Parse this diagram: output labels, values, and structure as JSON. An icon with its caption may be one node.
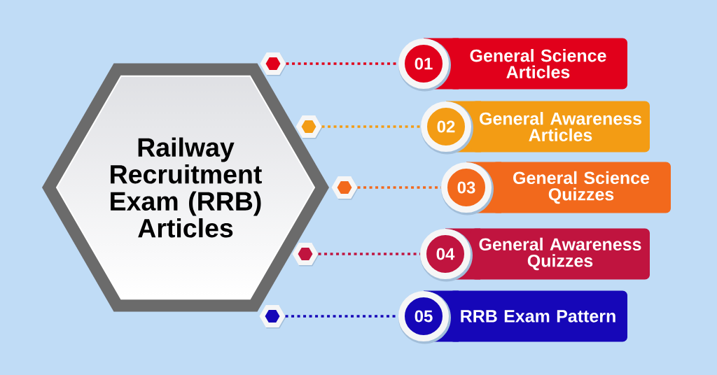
{
  "diagram": {
    "nodes": [
      {
        "text": [
          "Railway Recruitment Exam (RRB) Articles"
        ]
      },
      {
        "text": [],
        "shape": "hexagon"
      },
      {
        "text": [
          "01"
        ]
      },
      {
        "text": [
          "General Science Articles"
        ]
      },
      {
        "text": [],
        "shape": "hexagon"
      },
      {
        "text": [
          "02"
        ]
      },
      {
        "text": [
          "General Awareness Articles"
        ]
      },
      {
        "text": [],
        "shape": "hexagon"
      },
      {
        "text": [
          "03"
        ]
      },
      {
        "text": [
          "General Science Quizzes"
        ]
      },
      {
        "text": [],
        "shape": "hexagon"
      },
      {
        "text": [
          "04"
        ]
      },
      {
        "text": [
          "General Awareness Quizzes"
        ]
      },
      {
        "text": [],
        "shape": "hexagon"
      },
      {
        "text": [
          "05"
        ]
      },
      {
        "text": [
          "RRB Exam Pattern"
        ]
      }
    ],
    "edges": [
      {
        "from": 1,
        "to": 2,
        "arrow": "none",
        "color": "#e1001b"
      },
      {
        "from": 4,
        "to": 5,
        "arrow": "none",
        "color": "#f39c14"
      },
      {
        "from": 7,
        "to": 8,
        "arrow": "none",
        "color": "#f2691c"
      },
      {
        "from": 10,
        "to": 11,
        "arrow": "none",
        "color": "#c0143f"
      },
      {
        "from": 13,
        "to": 14,
        "arrow": "none",
        "color": "#1607b8"
      }
    ]
  }
}
